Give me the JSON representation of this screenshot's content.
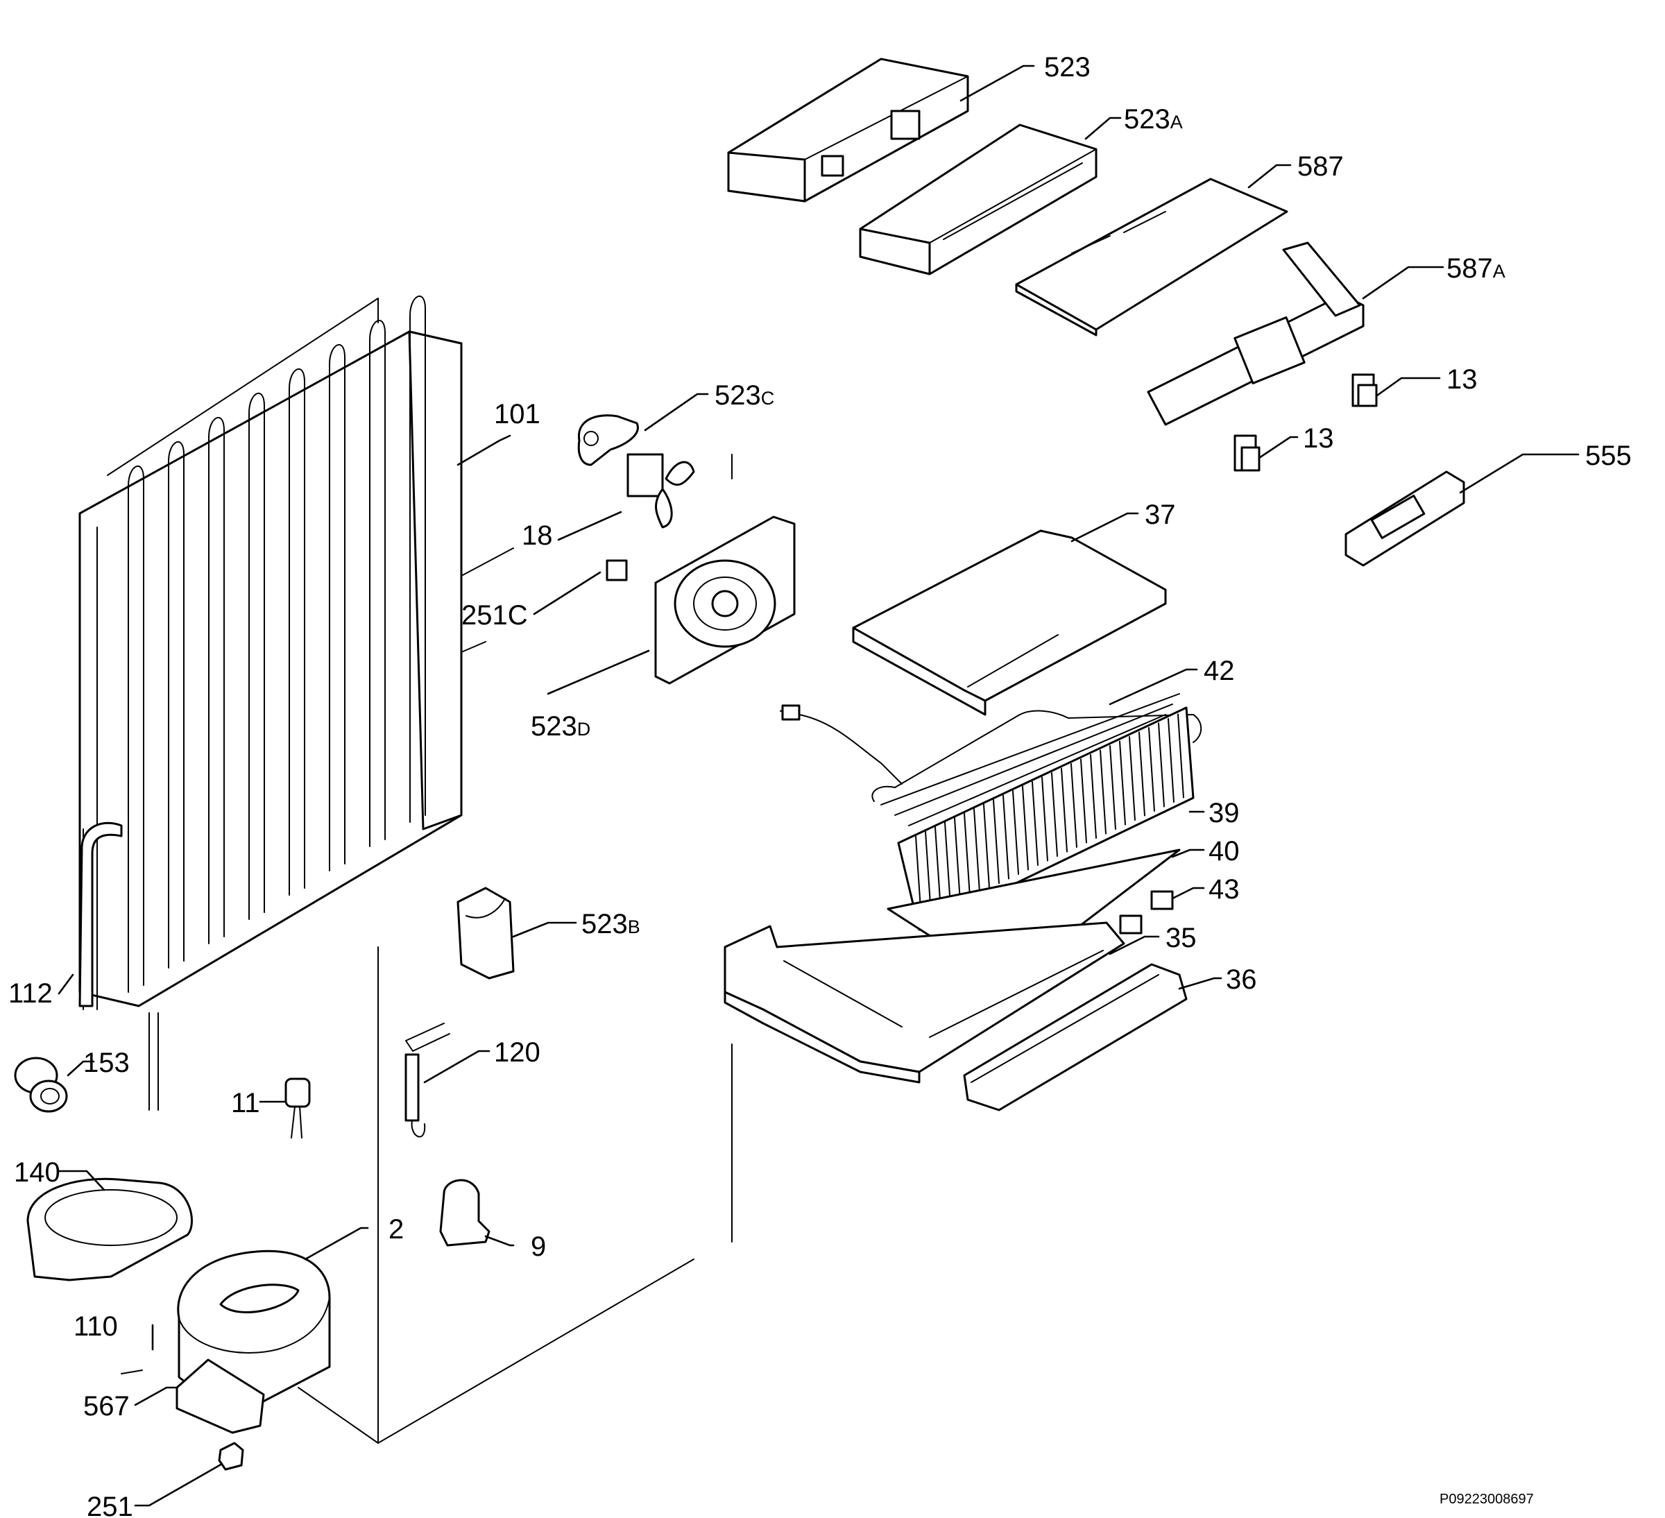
{
  "drawing_code": "P09223008697",
  "labels": [
    {
      "id": "p523",
      "text": "523",
      "suffix": ""
    },
    {
      "id": "p523a",
      "text": "523",
      "suffix": "A"
    },
    {
      "id": "p587",
      "text": "587",
      "suffix": ""
    },
    {
      "id": "p587a",
      "text": "587",
      "suffix": "A"
    },
    {
      "id": "p13a",
      "text": "13",
      "suffix": ""
    },
    {
      "id": "p13b",
      "text": "13",
      "suffix": ""
    },
    {
      "id": "p555",
      "text": "555",
      "suffix": ""
    },
    {
      "id": "p523c",
      "text": "523",
      "suffix": "C"
    },
    {
      "id": "p101",
      "text": "101",
      "suffix": ""
    },
    {
      "id": "p18",
      "text": "18",
      "suffix": ""
    },
    {
      "id": "p251c",
      "text": "251C",
      "suffix": ""
    },
    {
      "id": "p523d",
      "text": "523",
      "suffix": "D"
    },
    {
      "id": "p37",
      "text": "37",
      "suffix": ""
    },
    {
      "id": "p42",
      "text": "42",
      "suffix": ""
    },
    {
      "id": "p39",
      "text": "39",
      "suffix": ""
    },
    {
      "id": "p40",
      "text": "40",
      "suffix": ""
    },
    {
      "id": "p43",
      "text": "43",
      "suffix": ""
    },
    {
      "id": "p35",
      "text": "35",
      "suffix": ""
    },
    {
      "id": "p36",
      "text": "36",
      "suffix": ""
    },
    {
      "id": "p523b",
      "text": "523",
      "suffix": "B"
    },
    {
      "id": "p112",
      "text": "112",
      "suffix": ""
    },
    {
      "id": "p120",
      "text": "120",
      "suffix": ""
    },
    {
      "id": "p153",
      "text": "153",
      "suffix": ""
    },
    {
      "id": "p11",
      "text": "11",
      "suffix": ""
    },
    {
      "id": "p140",
      "text": "140",
      "suffix": ""
    },
    {
      "id": "p9",
      "text": "9",
      "suffix": ""
    },
    {
      "id": "p2",
      "text": "2",
      "suffix": ""
    },
    {
      "id": "p110",
      "text": "110",
      "suffix": ""
    },
    {
      "id": "p567",
      "text": "567",
      "suffix": ""
    },
    {
      "id": "p251",
      "text": "251",
      "suffix": ""
    }
  ]
}
